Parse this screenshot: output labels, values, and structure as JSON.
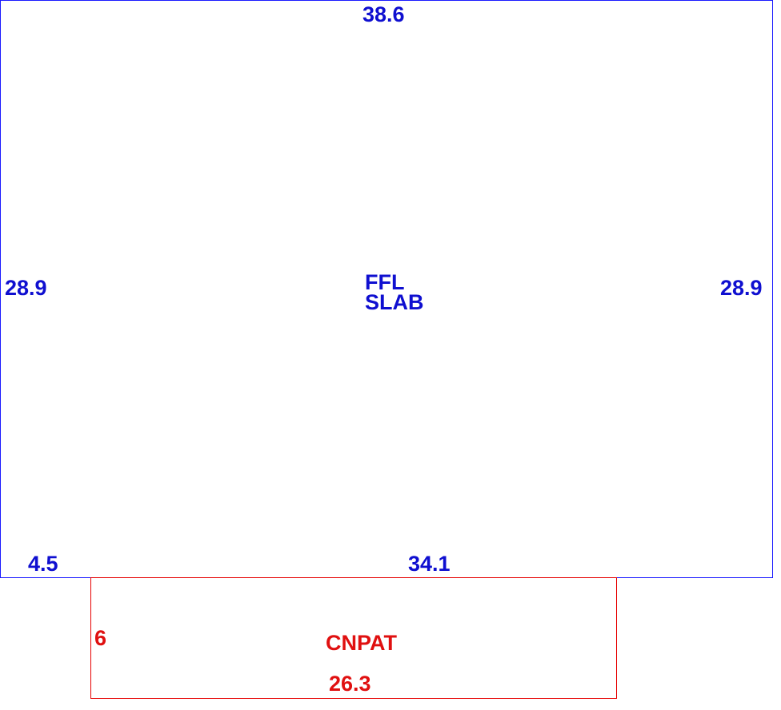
{
  "main_area": {
    "color": "#0f0fd0",
    "top_dimension": "38.6",
    "left_dimension": "28.9",
    "right_dimension": "28.9",
    "bottom_left_dimension": "4.5",
    "bottom_dimension": "34.1",
    "label_line1": "FFL",
    "label_line2": "SLAB"
  },
  "sub_area": {
    "color": "#e01010",
    "side_dimension": "6",
    "label": "CNPAT",
    "bottom_dimension": "26.3"
  }
}
